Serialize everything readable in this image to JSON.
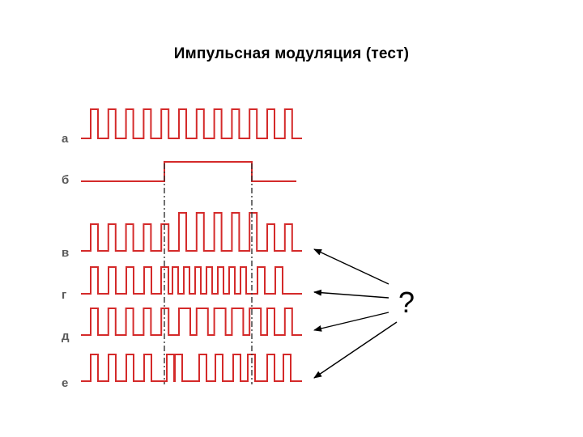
{
  "title": "Импульсная модуляция (тест)",
  "question_mark": "?",
  "signal_color": "#d42a2a",
  "marker_color": "#333333",
  "rows": [
    {
      "label": "а",
      "kind": "carrier"
    },
    {
      "label": "б",
      "kind": "modulating"
    },
    {
      "label": "в",
      "kind": "amplitude"
    },
    {
      "label": "г",
      "kind": "frequency"
    },
    {
      "label": "д",
      "kind": "width"
    },
    {
      "label": "е",
      "kind": "position"
    }
  ]
}
